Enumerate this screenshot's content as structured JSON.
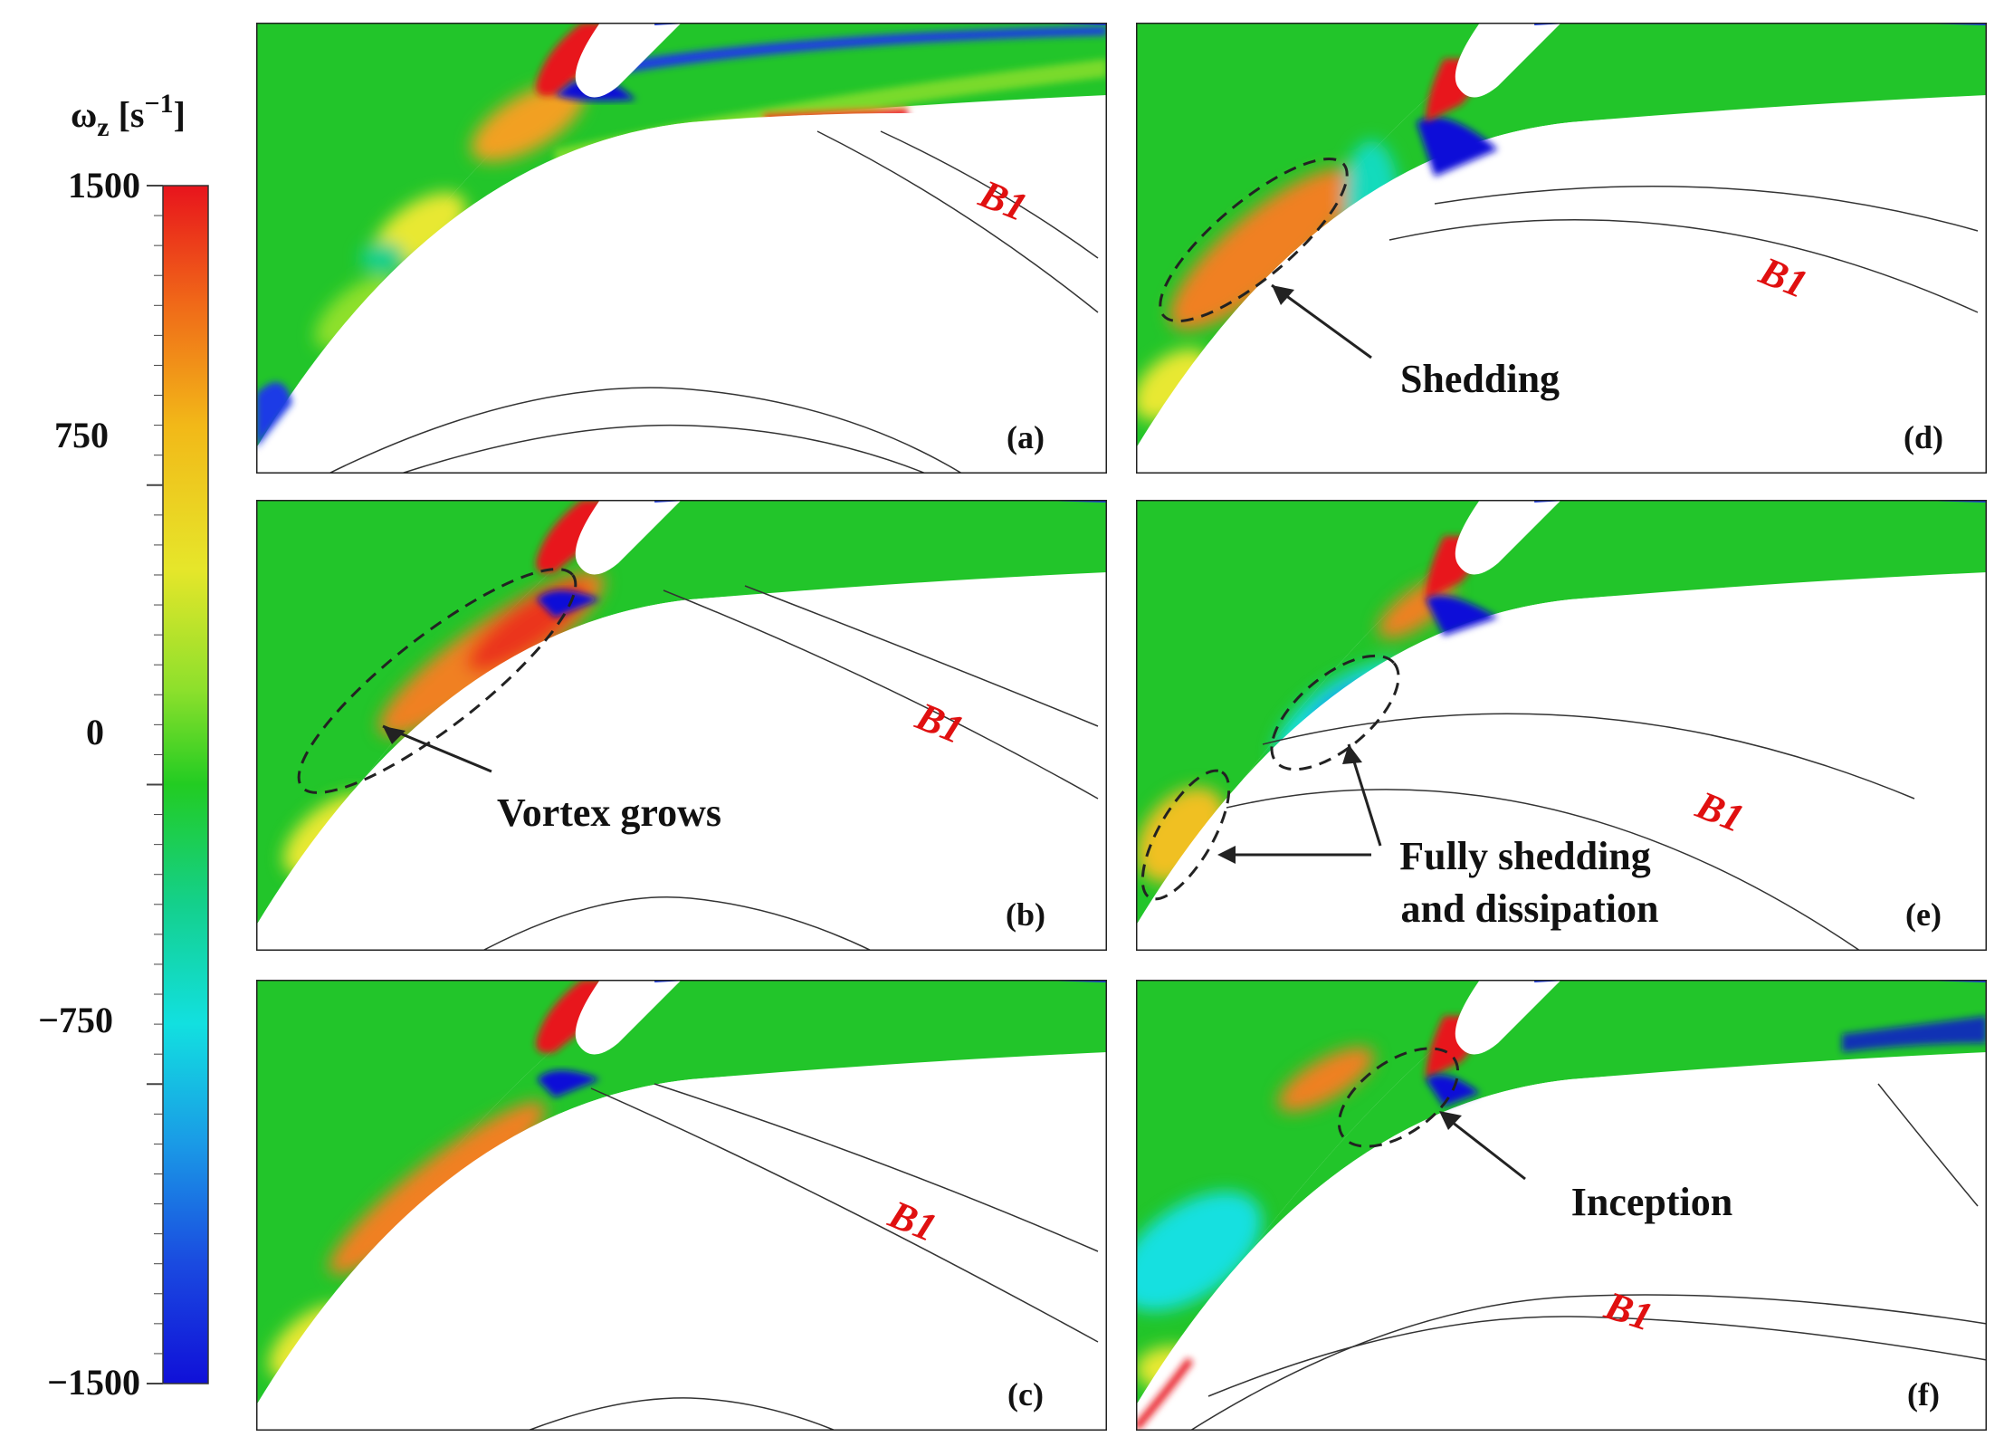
{
  "colorbar": {
    "title_main": "ω",
    "title_sub": "z",
    "title_unit": "[s",
    "title_exp": "−1",
    "title_close": "]",
    "ticks": [
      "1500",
      "750",
      "0",
      "−750",
      "−1500"
    ],
    "colors": [
      "#e8141c",
      "#f06a18",
      "#f2b818",
      "#e6e62a",
      "#8ee02c",
      "#22cc22",
      "#14d08c",
      "#12e0e0",
      "#1a9ae6",
      "#1a4ae0",
      "#1010d8"
    ]
  },
  "panels": [
    {
      "id": "a",
      "label": "(a)",
      "b1": "B1"
    },
    {
      "id": "b",
      "label": "(b)",
      "b1": "B1",
      "annotation": "Vortex grows"
    },
    {
      "id": "c",
      "label": "(c)",
      "b1": "B1"
    },
    {
      "id": "d",
      "label": "(d)",
      "b1": "B1",
      "annotation": "Shedding"
    },
    {
      "id": "e",
      "label": "(e)",
      "b1": "B1",
      "annotation_line1": "Fully shedding",
      "annotation_line2": "and dissipation"
    },
    {
      "id": "f",
      "label": "(f)",
      "b1": "B1",
      "annotation": "Inception"
    }
  ]
}
